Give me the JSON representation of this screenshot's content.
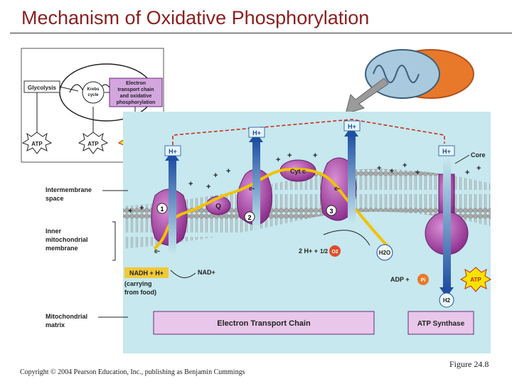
{
  "title": "Mechanism of Oxidative Phosphorylation",
  "inset": {
    "glycolysis": "Glycolysis",
    "krebs_line1": "Krebs",
    "krebs_line2": "cycle",
    "etc_line1": "Electron",
    "etc_line2": "transport chain",
    "etc_line3": "and oxidative",
    "etc_line4": "phosphorylation",
    "atp": "ATP"
  },
  "labels": {
    "intermembrane_l1": "Intermembrane",
    "intermembrane_l2": "space",
    "inner_l1": "Inner",
    "inner_l2": "mitochondrial",
    "inner_l3": "membrane",
    "matrix_l1": "Mitochondrial",
    "matrix_l2": "matrix",
    "core": "Core"
  },
  "diagram": {
    "h_plus": "H+",
    "e_minus": "e-",
    "cyt_c": "Cyt c",
    "q": "Q",
    "complex1": "1",
    "complex2": "2",
    "complex3": "3",
    "nadh": "NADH + H+",
    "nad": "NAD+",
    "carrying_l1": "(carrying",
    "carrying_l2": "from food)",
    "two_h": "2 H+ +",
    "half": "1/2",
    "o2": "O2",
    "h2o": "H2O",
    "adp": "ADP +",
    "pi": "Pi",
    "atp": "ATP",
    "h2": "H2",
    "etc_box": "Electron Transport Chain",
    "atp_synthase_box": "ATP Synthase"
  },
  "footer": {
    "copyright": "Copyright © 2004 Pearson Education, Inc., publishing as Benjamin Cummings",
    "figure": "Figure 24.8"
  },
  "colors": {
    "title": "#8a1f1f",
    "background_panel": "#c6e8ee",
    "protein": "#a93ca8",
    "membrane_head": "#9a9a9a",
    "electron_path": "#f2c200",
    "etc_box": "#e8c7ea"
  }
}
